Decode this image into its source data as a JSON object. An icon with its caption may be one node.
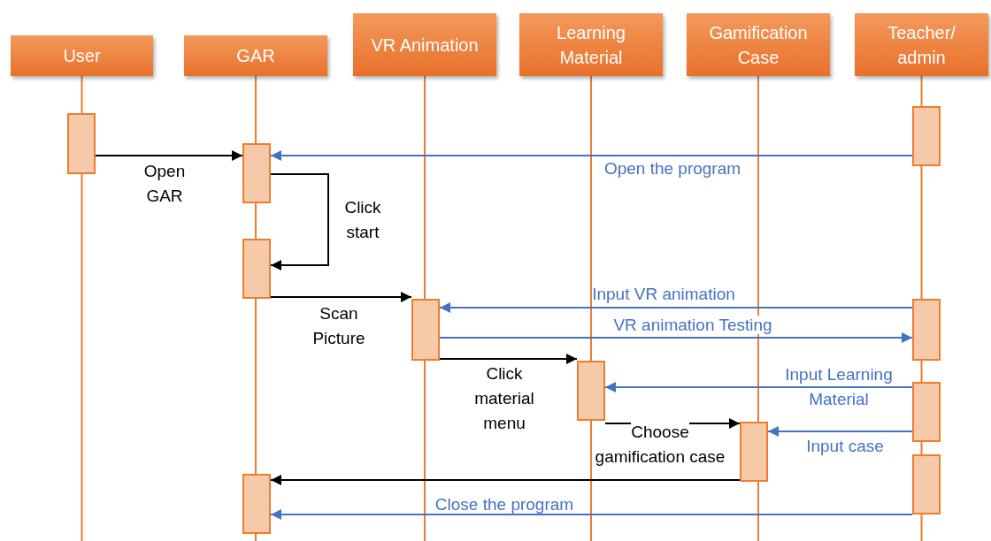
{
  "diagram": {
    "nodes": [
      {
        "text": [
          "User"
        ]
      },
      {
        "text": [
          "GAR"
        ]
      },
      {
        "text": [
          "VR Animation"
        ]
      },
      {
        "text": [
          "Learning Material"
        ]
      },
      {
        "text": [
          "Gamification Case"
        ]
      },
      {
        "text": [
          "Teacher/ admin"
        ]
      },
      {
        "text": [],
        "shape": "bar"
      },
      {
        "text": [],
        "shape": "bar"
      },
      {
        "text": [],
        "shape": "bar"
      },
      {
        "text": [],
        "shape": "bar"
      },
      {
        "text": [],
        "shape": "bar"
      },
      {
        "text": [],
        "shape": "bar"
      },
      {
        "text": [],
        "shape": "bar"
      },
      {
        "text": [],
        "shape": "bar"
      },
      {
        "text": [],
        "shape": "bar"
      },
      {
        "text": [],
        "shape": "bar"
      },
      {
        "text": [],
        "shape": "bar"
      }
    ],
    "edges": [
      {
        "from": 6,
        "to": 7,
        "arrow": "to",
        "label": "Open GAR"
      },
      {
        "from": 13,
        "to": 7,
        "arrow": "to",
        "label": "Open the program",
        "color": "#4472c4"
      },
      {
        "from": 7,
        "to": 8,
        "arrow": "to",
        "label": "Click start"
      },
      {
        "from": 8,
        "to": 10,
        "arrow": "to",
        "label": "Scan Picture"
      },
      {
        "from": 14,
        "to": 10,
        "arrow": "to",
        "label": "Input VR animation",
        "color": "#4472c4"
      },
      {
        "from": 10,
        "to": 14,
        "arrow": "to",
        "label": "VR animation Testing",
        "color": "#4472c4"
      },
      {
        "from": 10,
        "to": 11,
        "arrow": "to",
        "label": "Click material menu"
      },
      {
        "from": 15,
        "to": 11,
        "arrow": "to",
        "label": "Input Learning Material",
        "color": "#4472c4"
      },
      {
        "from": 11,
        "to": 12,
        "arrow": "to",
        "label": "Choose gamification case"
      },
      {
        "from": 15,
        "to": 12,
        "arrow": "to",
        "label": "Input case",
        "color": "#4472c4"
      },
      {
        "from": 12,
        "to": 9,
        "arrow": "to"
      },
      {
        "from": 16,
        "to": 9,
        "arrow": "to",
        "label": "Close the program",
        "color": "#4472c4"
      }
    ]
  }
}
